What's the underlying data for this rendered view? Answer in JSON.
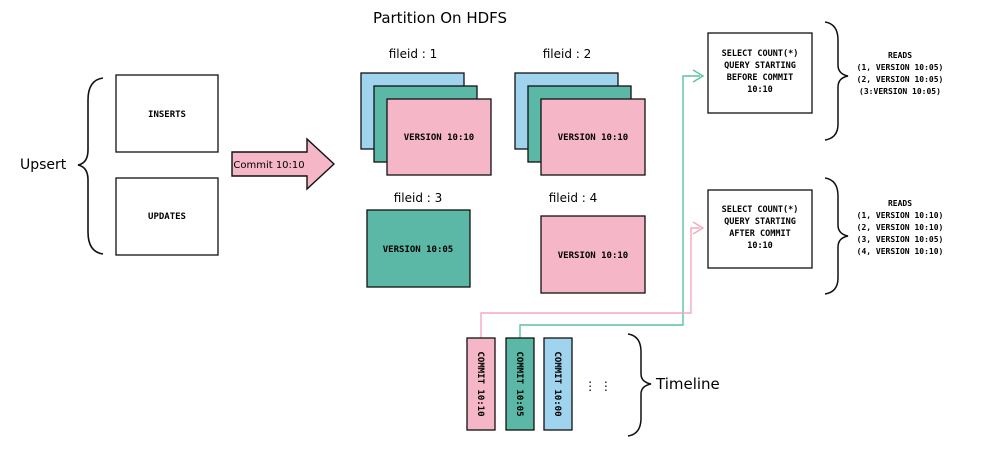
{
  "title": "Partition On HDFS",
  "upsert": {
    "label": "Upsert",
    "inserts": "INSERTS",
    "updates": "UPDATES"
  },
  "commit_arrow": "Commit 10:10",
  "files": [
    {
      "label": "fileid : 1",
      "top_version": "VERSION 10:10"
    },
    {
      "label": "fileid : 2",
      "top_version": "VERSION 10:10"
    },
    {
      "label": "fileid : 3",
      "top_version": "VERSION 10:05"
    },
    {
      "label": "fileid : 4",
      "top_version": "VERSION 10:10"
    }
  ],
  "queries": [
    {
      "lines": [
        "SELECT COUNT(*)",
        "QUERY STARTING",
        "BEFORE COMMIT",
        "10:10"
      ],
      "bold_word": "BEFORE",
      "reads_title": "READS",
      "reads": [
        "(1, VERSION 10:05)",
        "(2, VERSION 10:05)",
        "(3:VERSION 10:05)"
      ]
    },
    {
      "lines": [
        "SELECT COUNT(*)",
        "QUERY STARTING",
        "AFTER COMMIT",
        "10:10"
      ],
      "bold_word": "AFTER",
      "reads_title": "READS",
      "reads": [
        "(1, VERSION 10:10)",
        "(2, VERSION 10:10)",
        "(3, VERSION 10:05)",
        "(4, VERSION 10:10)"
      ]
    }
  ],
  "timeline": {
    "label": "Timeline",
    "commits": [
      "COMMIT 10:10",
      "COMMIT 10:05",
      "COMMIT 10:00"
    ],
    "ellipsis": "⋮  ⋮"
  },
  "colors": {
    "pink": "#f5b7c8",
    "teal": "#5bb8a6",
    "blue": "#9fd3ee",
    "pink_line": "#f4a9bd",
    "teal_line": "#5cc2a2"
  }
}
